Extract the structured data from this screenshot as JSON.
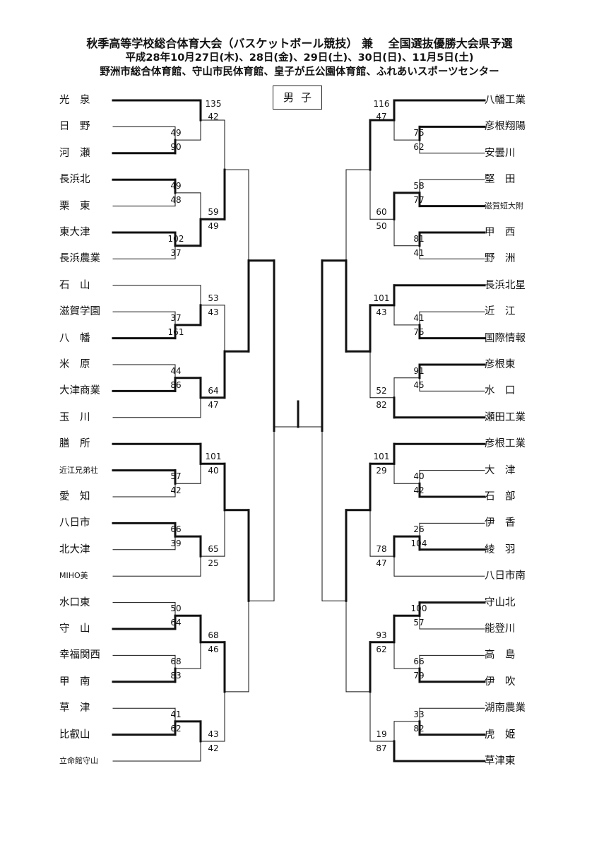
{
  "header": {
    "title": "秋季高等学校総合体育大会（バスケットボール競技） 兼　 全国選抜優勝大会県予選",
    "dates": "平成28年10月27日(木)、28日(金)、29日(土)、30日(日)、11月5日(土)",
    "venues": "野洲市総合体育館、守山市民体育館、皇子が丘公園体育館、ふれあいスポーツセンター"
  },
  "category": "男子",
  "left_teams": [
    "光　泉",
    "日　野",
    "河　瀬",
    "長浜北",
    "栗　東",
    "東大津",
    "長浜農業",
    "石　山",
    "滋賀学園",
    "八　幡",
    "米　原",
    "大津商業",
    "玉　川",
    "膳　所",
    "近江兄弟社",
    "愛　知",
    "八日市",
    "北大津",
    "MIHO美",
    "水口東",
    "守　山",
    "幸福関西",
    "甲　南",
    "草　津",
    "比叡山",
    "立命館守山"
  ],
  "right_teams": [
    "八幡工業",
    "彦根翔陽",
    "安曇川",
    "堅　田",
    "滋賀短大附",
    "甲　西",
    "野　洲",
    "長浜北星",
    "近　江",
    "国際情報",
    "彦根東",
    "水　口",
    "瀬田工業",
    "彦根工業",
    "大　津",
    "石　部",
    "伊　香",
    "綾　羽",
    "八日市南",
    "守山北",
    "能登川",
    "高　島",
    "伊　吹",
    "湖南農業",
    "虎　姫",
    "草津東"
  ],
  "scores": {
    "L_r1": [
      [
        "49",
        "90"
      ],
      [
        "102",
        "37"
      ],
      [
        "37",
        "161"
      ],
      [
        "44",
        "86"
      ],
      [
        "57",
        "42"
      ],
      [
        "66",
        "39"
      ],
      [
        "50",
        "64"
      ],
      [
        "68",
        "83"
      ],
      [
        "41",
        "62"
      ]
    ],
    "L_r2": [
      [
        "135",
        "42"
      ],
      [
        "49",
        "48"
      ],
      [
        "59",
        "49"
      ],
      [
        "53",
        "43"
      ],
      [
        "64",
        "47"
      ],
      [
        "101",
        "40"
      ],
      [
        "65",
        "25"
      ],
      [
        "68",
        "46"
      ],
      [
        "43",
        "42"
      ]
    ],
    "R_r1": [
      [
        "75",
        "62"
      ],
      [
        "58",
        "77"
      ],
      [
        "81",
        "41"
      ],
      [
        "41",
        "75"
      ],
      [
        "91",
        "45"
      ],
      [
        "40",
        "42"
      ],
      [
        "26",
        "104"
      ],
      [
        "100",
        "57"
      ],
      [
        "66",
        "79"
      ],
      [
        "33",
        "82"
      ]
    ],
    "R_r2": [
      [
        "116",
        "47"
      ],
      [
        "60",
        "50"
      ],
      [
        "101",
        "43"
      ],
      [
        "52",
        "82"
      ],
      [
        "101",
        "29"
      ],
      [
        "78",
        "47"
      ],
      [
        "93",
        "62"
      ],
      [
        "19",
        "87"
      ]
    ]
  }
}
